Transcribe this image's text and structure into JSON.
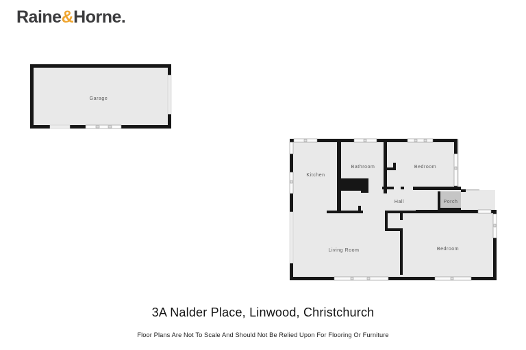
{
  "brand": {
    "part1": "Raine",
    "amp": "&",
    "part2": "Horne",
    "period": ".",
    "amp_color": "#efa52f",
    "text_color": "#3b3b3d"
  },
  "floorplan": {
    "garage": {
      "label": "Garage"
    },
    "rooms": [
      {
        "id": "kitchen",
        "label": "Kitchen"
      },
      {
        "id": "bathroom",
        "label": "Bathroom"
      },
      {
        "id": "bedroom-top",
        "label": "Bedroom"
      },
      {
        "id": "hall",
        "label": "Hall"
      },
      {
        "id": "porch",
        "label": "Porch"
      },
      {
        "id": "living-room",
        "label": "Living Room"
      },
      {
        "id": "bedroom-bottom",
        "label": "Bedroom"
      }
    ],
    "colors": {
      "wall": "#161616",
      "floor": "#e9e9e9",
      "porch_floor": "#c5c5c5",
      "window": "#fbfbfb",
      "room_label": "#585858"
    }
  },
  "footer": {
    "address": "3A Nalder Place, Linwood, Christchurch",
    "disclaimer": "Floor Plans Are Not To Scale And Should Not Be Relied Upon For Flooring Or Furniture"
  }
}
